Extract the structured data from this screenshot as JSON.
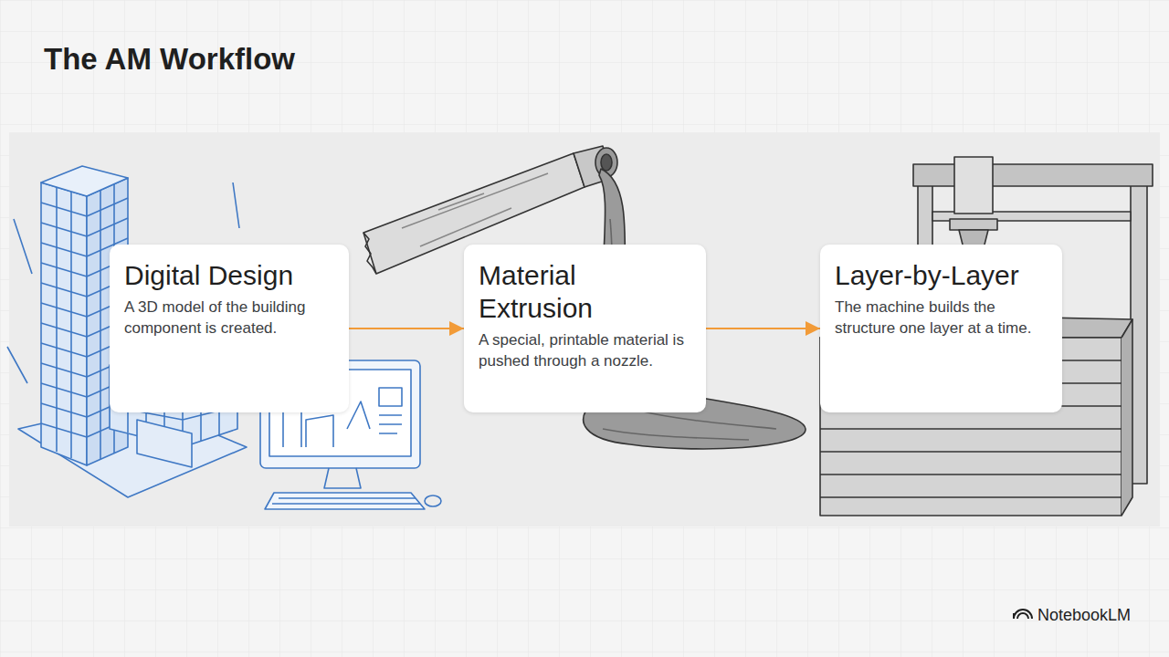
{
  "diagram": {
    "title": "The AM Workflow",
    "nodes": [
      {
        "text": [
          "Digital Design",
          "A 3D model of the building component is created."
        ]
      },
      {
        "text": [
          "Material Extrusion",
          "A special, printable material is pushed through a nozzle."
        ]
      },
      {
        "text": [
          "Layer-by-Layer",
          "The machine builds the structure one layer at a time."
        ]
      }
    ],
    "edges": [
      {
        "from": 0,
        "to": 1,
        "arrow": "to"
      },
      {
        "from": 1,
        "to": 2,
        "arrow": "to"
      }
    ],
    "labels": [
      "NotebookLM"
    ]
  }
}
